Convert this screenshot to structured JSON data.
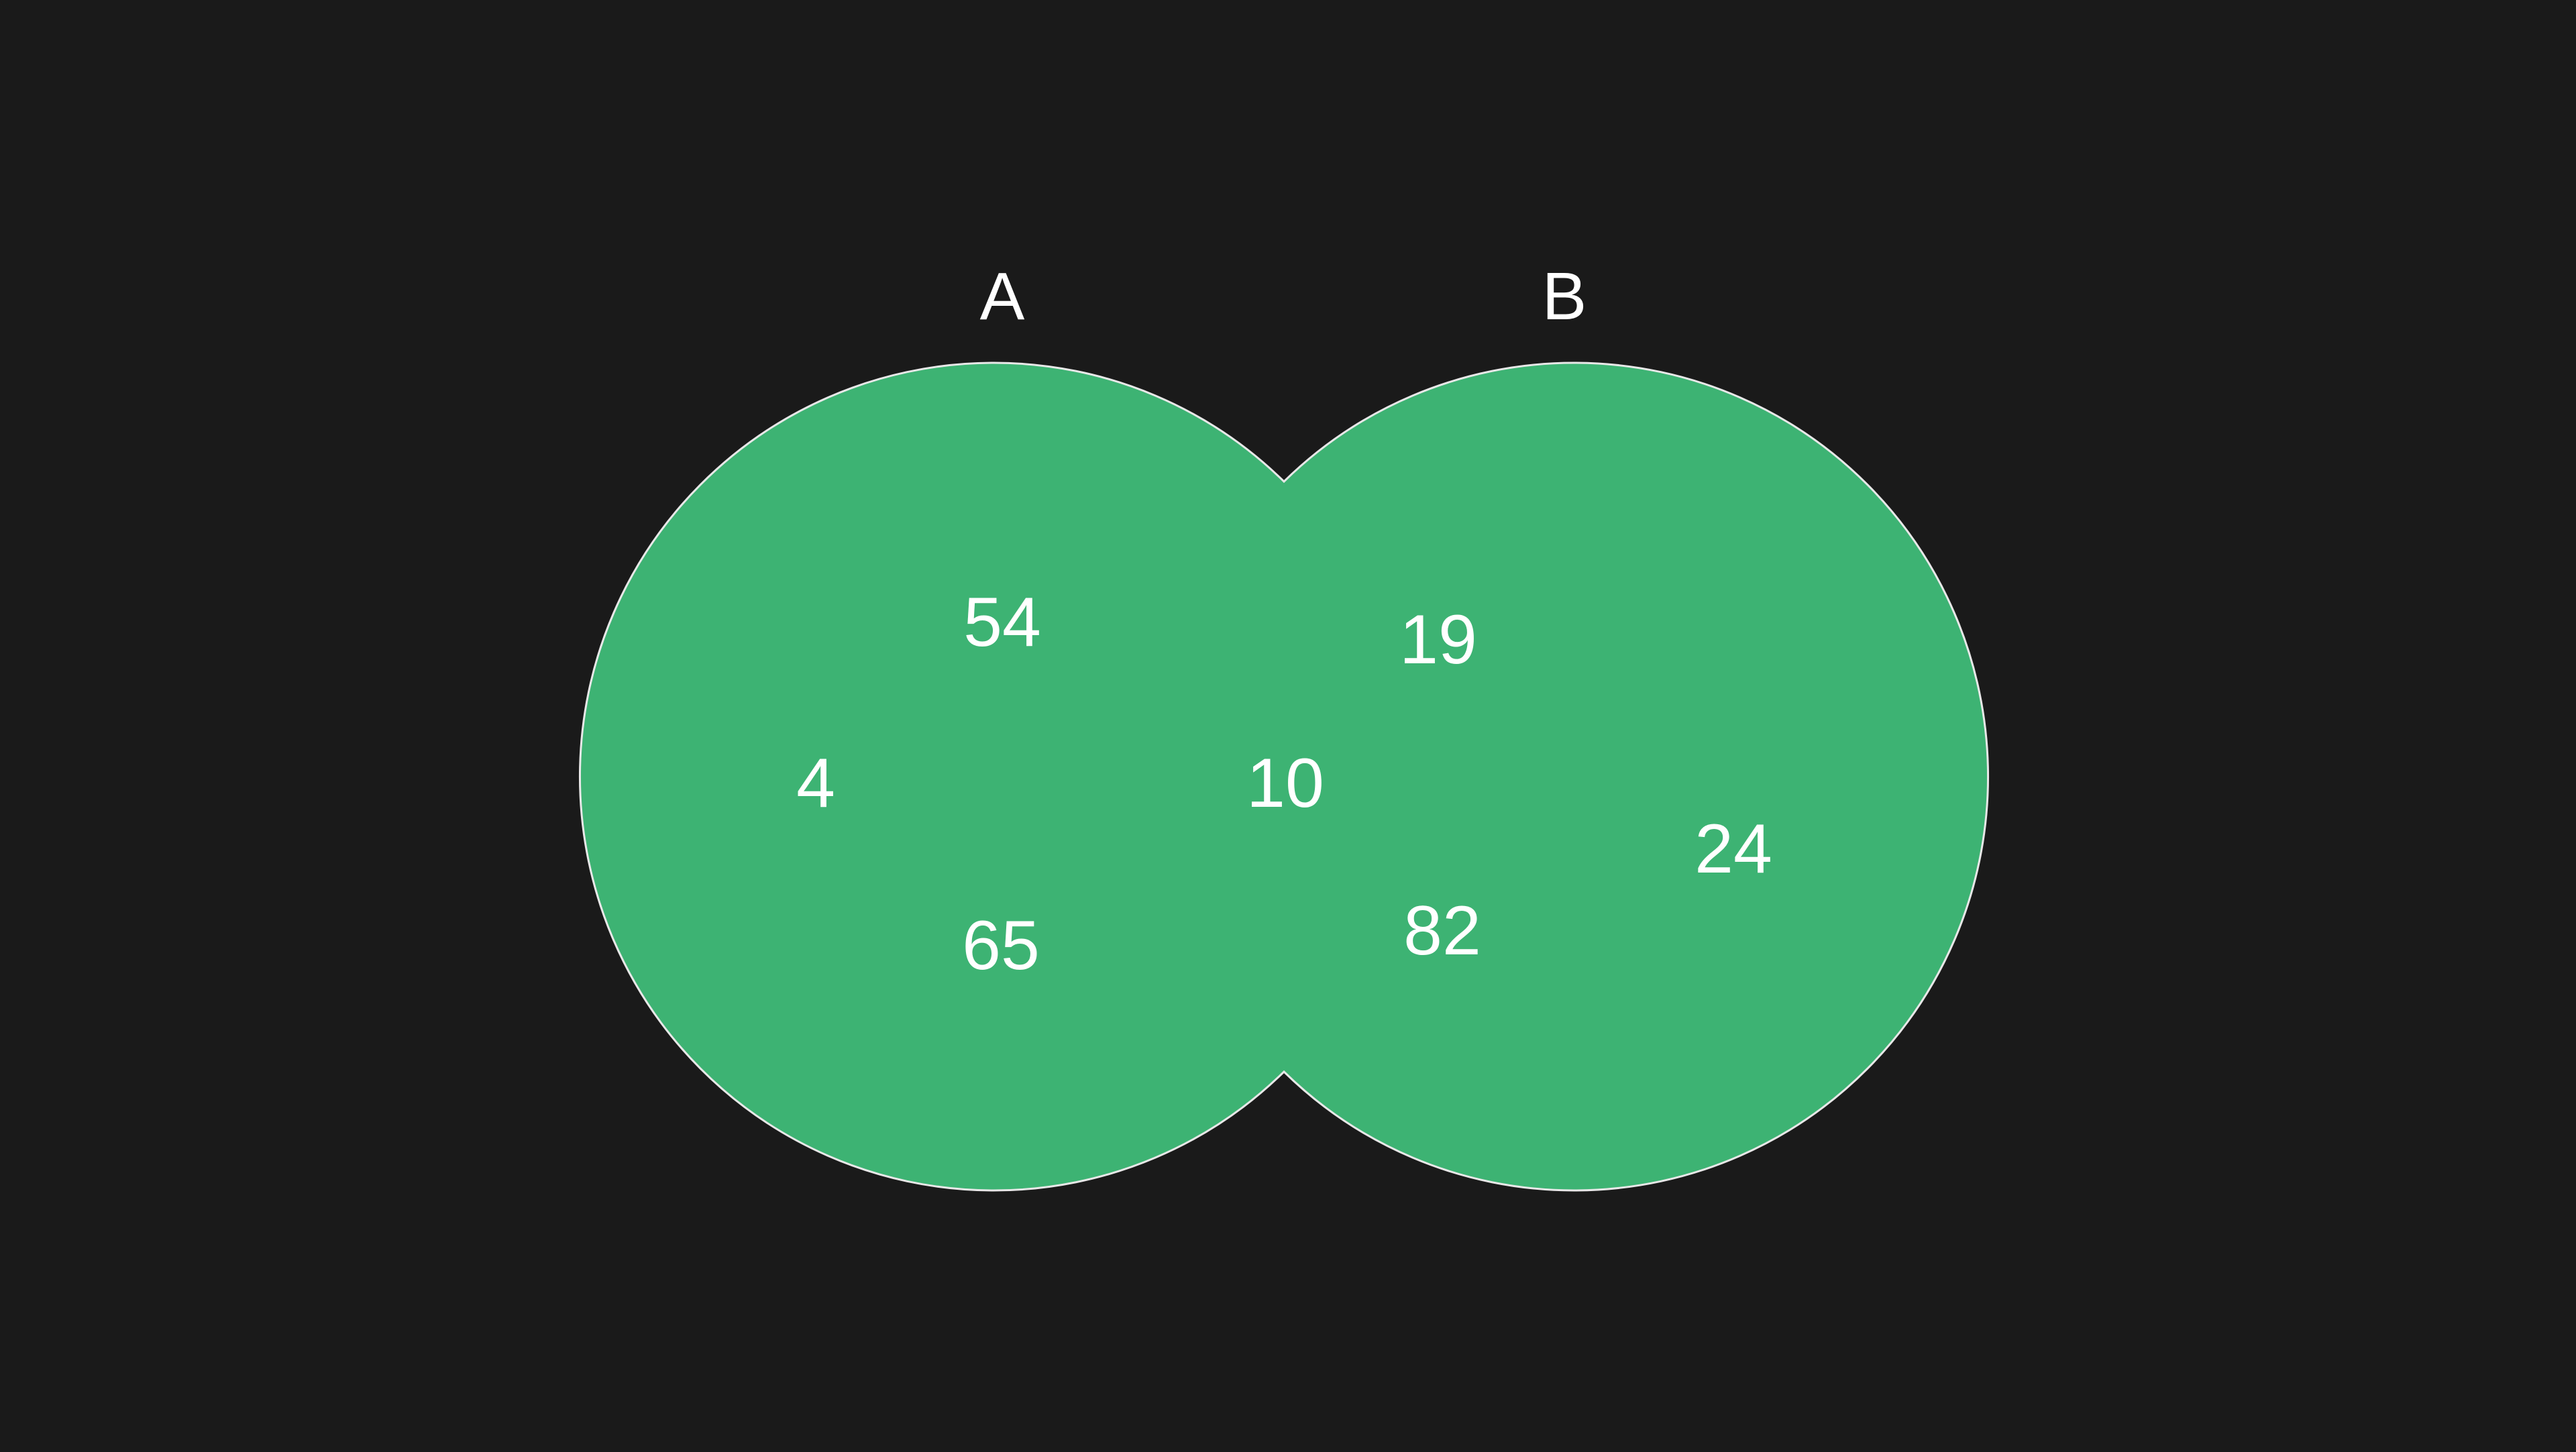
{
  "colors": {
    "background": "#1a1a1a",
    "fill": "#3db373",
    "outline": "#e8e8e8",
    "text": "#ffffff"
  },
  "sets": [
    {
      "label": "A"
    },
    {
      "label": "B"
    }
  ],
  "values": [
    "54",
    "4",
    "65",
    "10",
    "19",
    "82",
    "24"
  ]
}
